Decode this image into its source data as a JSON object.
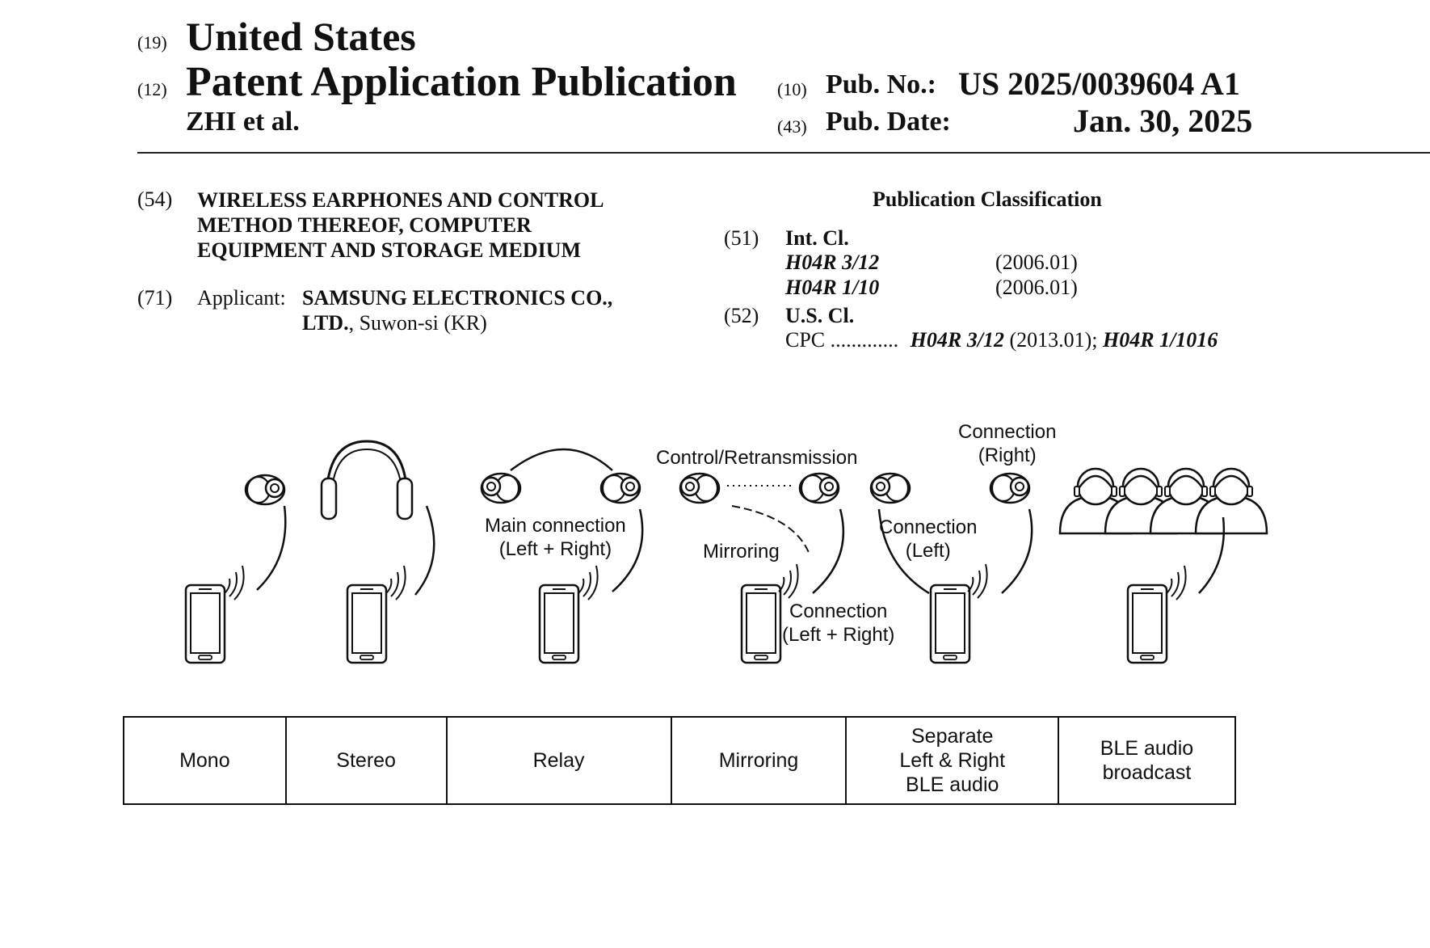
{
  "header": {
    "code19": "(19)",
    "country": "United States",
    "code12": "(12)",
    "doc_type": "Patent Application Publication",
    "inventors": "ZHI et al.",
    "code10": "(10)",
    "pub_no_label": "Pub. No.:",
    "pub_no": "US 2025/0039604 A1",
    "code43": "(43)",
    "pub_date_label": "Pub. Date:",
    "pub_date": "Jan. 30, 2025"
  },
  "left": {
    "code54": "(54)",
    "title_lines": [
      "WIRELESS EARPHONES AND CONTROL",
      "METHOD THEREOF, COMPUTER",
      "EQUIPMENT AND STORAGE MEDIUM"
    ],
    "code71": "(71)",
    "applicant_label": "Applicant:",
    "applicant_name_line1": "SAMSUNG ELECTRONICS CO.,",
    "applicant_name_line2_bold": "LTD.",
    "applicant_name_line2_rest": ", Suwon-si (KR)"
  },
  "right": {
    "classification_heading": "Publication Classification",
    "code51": "(51)",
    "int_cl_label": "Int. Cl.",
    "int_cl": [
      {
        "code": "H04R 3/12",
        "version": "(2006.01)"
      },
      {
        "code": "H04R 1/10",
        "version": "(2006.01)"
      }
    ],
    "code52": "(52)",
    "us_cl_label": "U.S. Cl.",
    "cpc_label": "CPC",
    "cpc_dots": ".............",
    "cpc_code1": "H04R 3/12",
    "cpc_ver1": " (2013.01); ",
    "cpc_code2": "H04R 1/1016"
  },
  "figure": {
    "labels": {
      "main_connection": "Main connection\n(Left + Right)",
      "control_retransmission": "Control/Retransmission",
      "mirroring": "Mirroring",
      "connection_left_right": "Connection\n(Left + Right)",
      "connection_right": "Connection\n(Right)",
      "connection_left": "Connection\n(Left)"
    },
    "modes": [
      "Mono",
      "Stereo",
      "Relay",
      "Mirroring",
      "Separate\nLeft & Right\nBLE audio",
      "BLE audio\nbroadcast"
    ]
  }
}
